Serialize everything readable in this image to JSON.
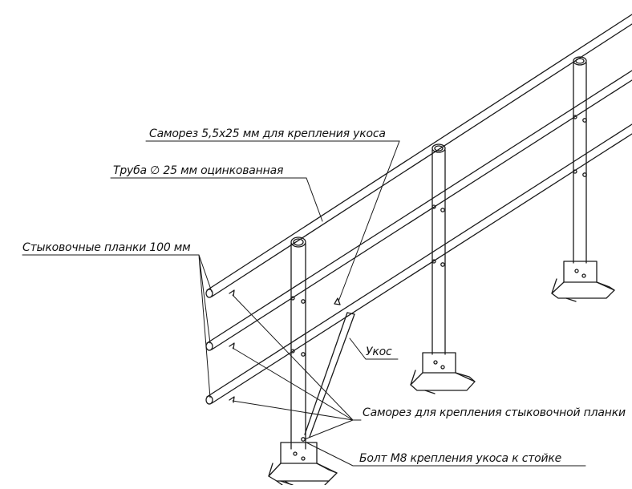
{
  "diagram": {
    "labels": {
      "screw_brace": "Саморез 5,5х25 мм для крепления укоса",
      "pipe": "Труба ∅ 25 мм оцинкованная",
      "joint_plates": "Стыковочные планки 100 мм",
      "brace": "Укос",
      "screw_plate": "Саморез для крепления стыковочной планки",
      "bolt": "Болт М8 крепления укоса к стойке"
    },
    "line_color": "#1a1a1a",
    "background": "#ffffff"
  }
}
